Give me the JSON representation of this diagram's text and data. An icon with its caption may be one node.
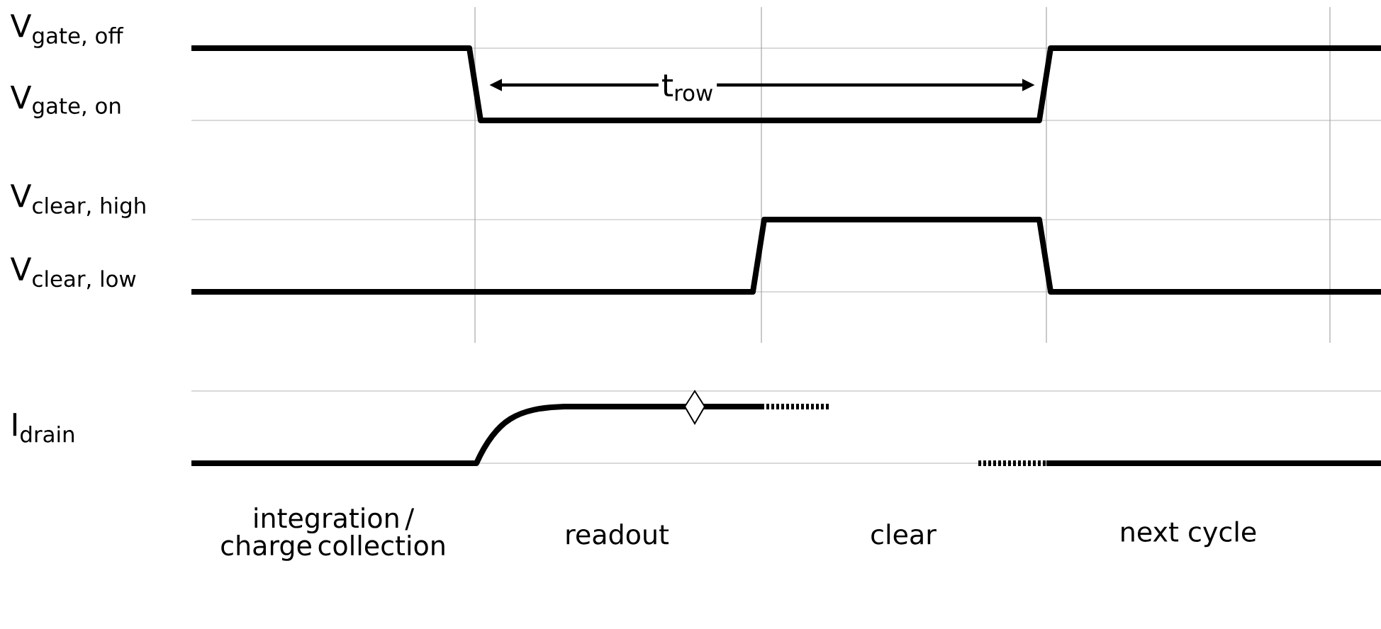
{
  "diagram": {
    "labels": [
      "\\text{V}_{\\text{gate, off}}",
      "\\text{V}_{\\text{gate, on}}",
      "\\text{t}_{\\text{row}}",
      "\\text{V}_{\\text{clear, high}}",
      "\\text{V}_{\\text{clear, low}}",
      "\\text{I}_{\\text{drain}}",
      "integration / charge collection",
      "readout",
      "clear",
      "next cycle"
    ]
  }
}
